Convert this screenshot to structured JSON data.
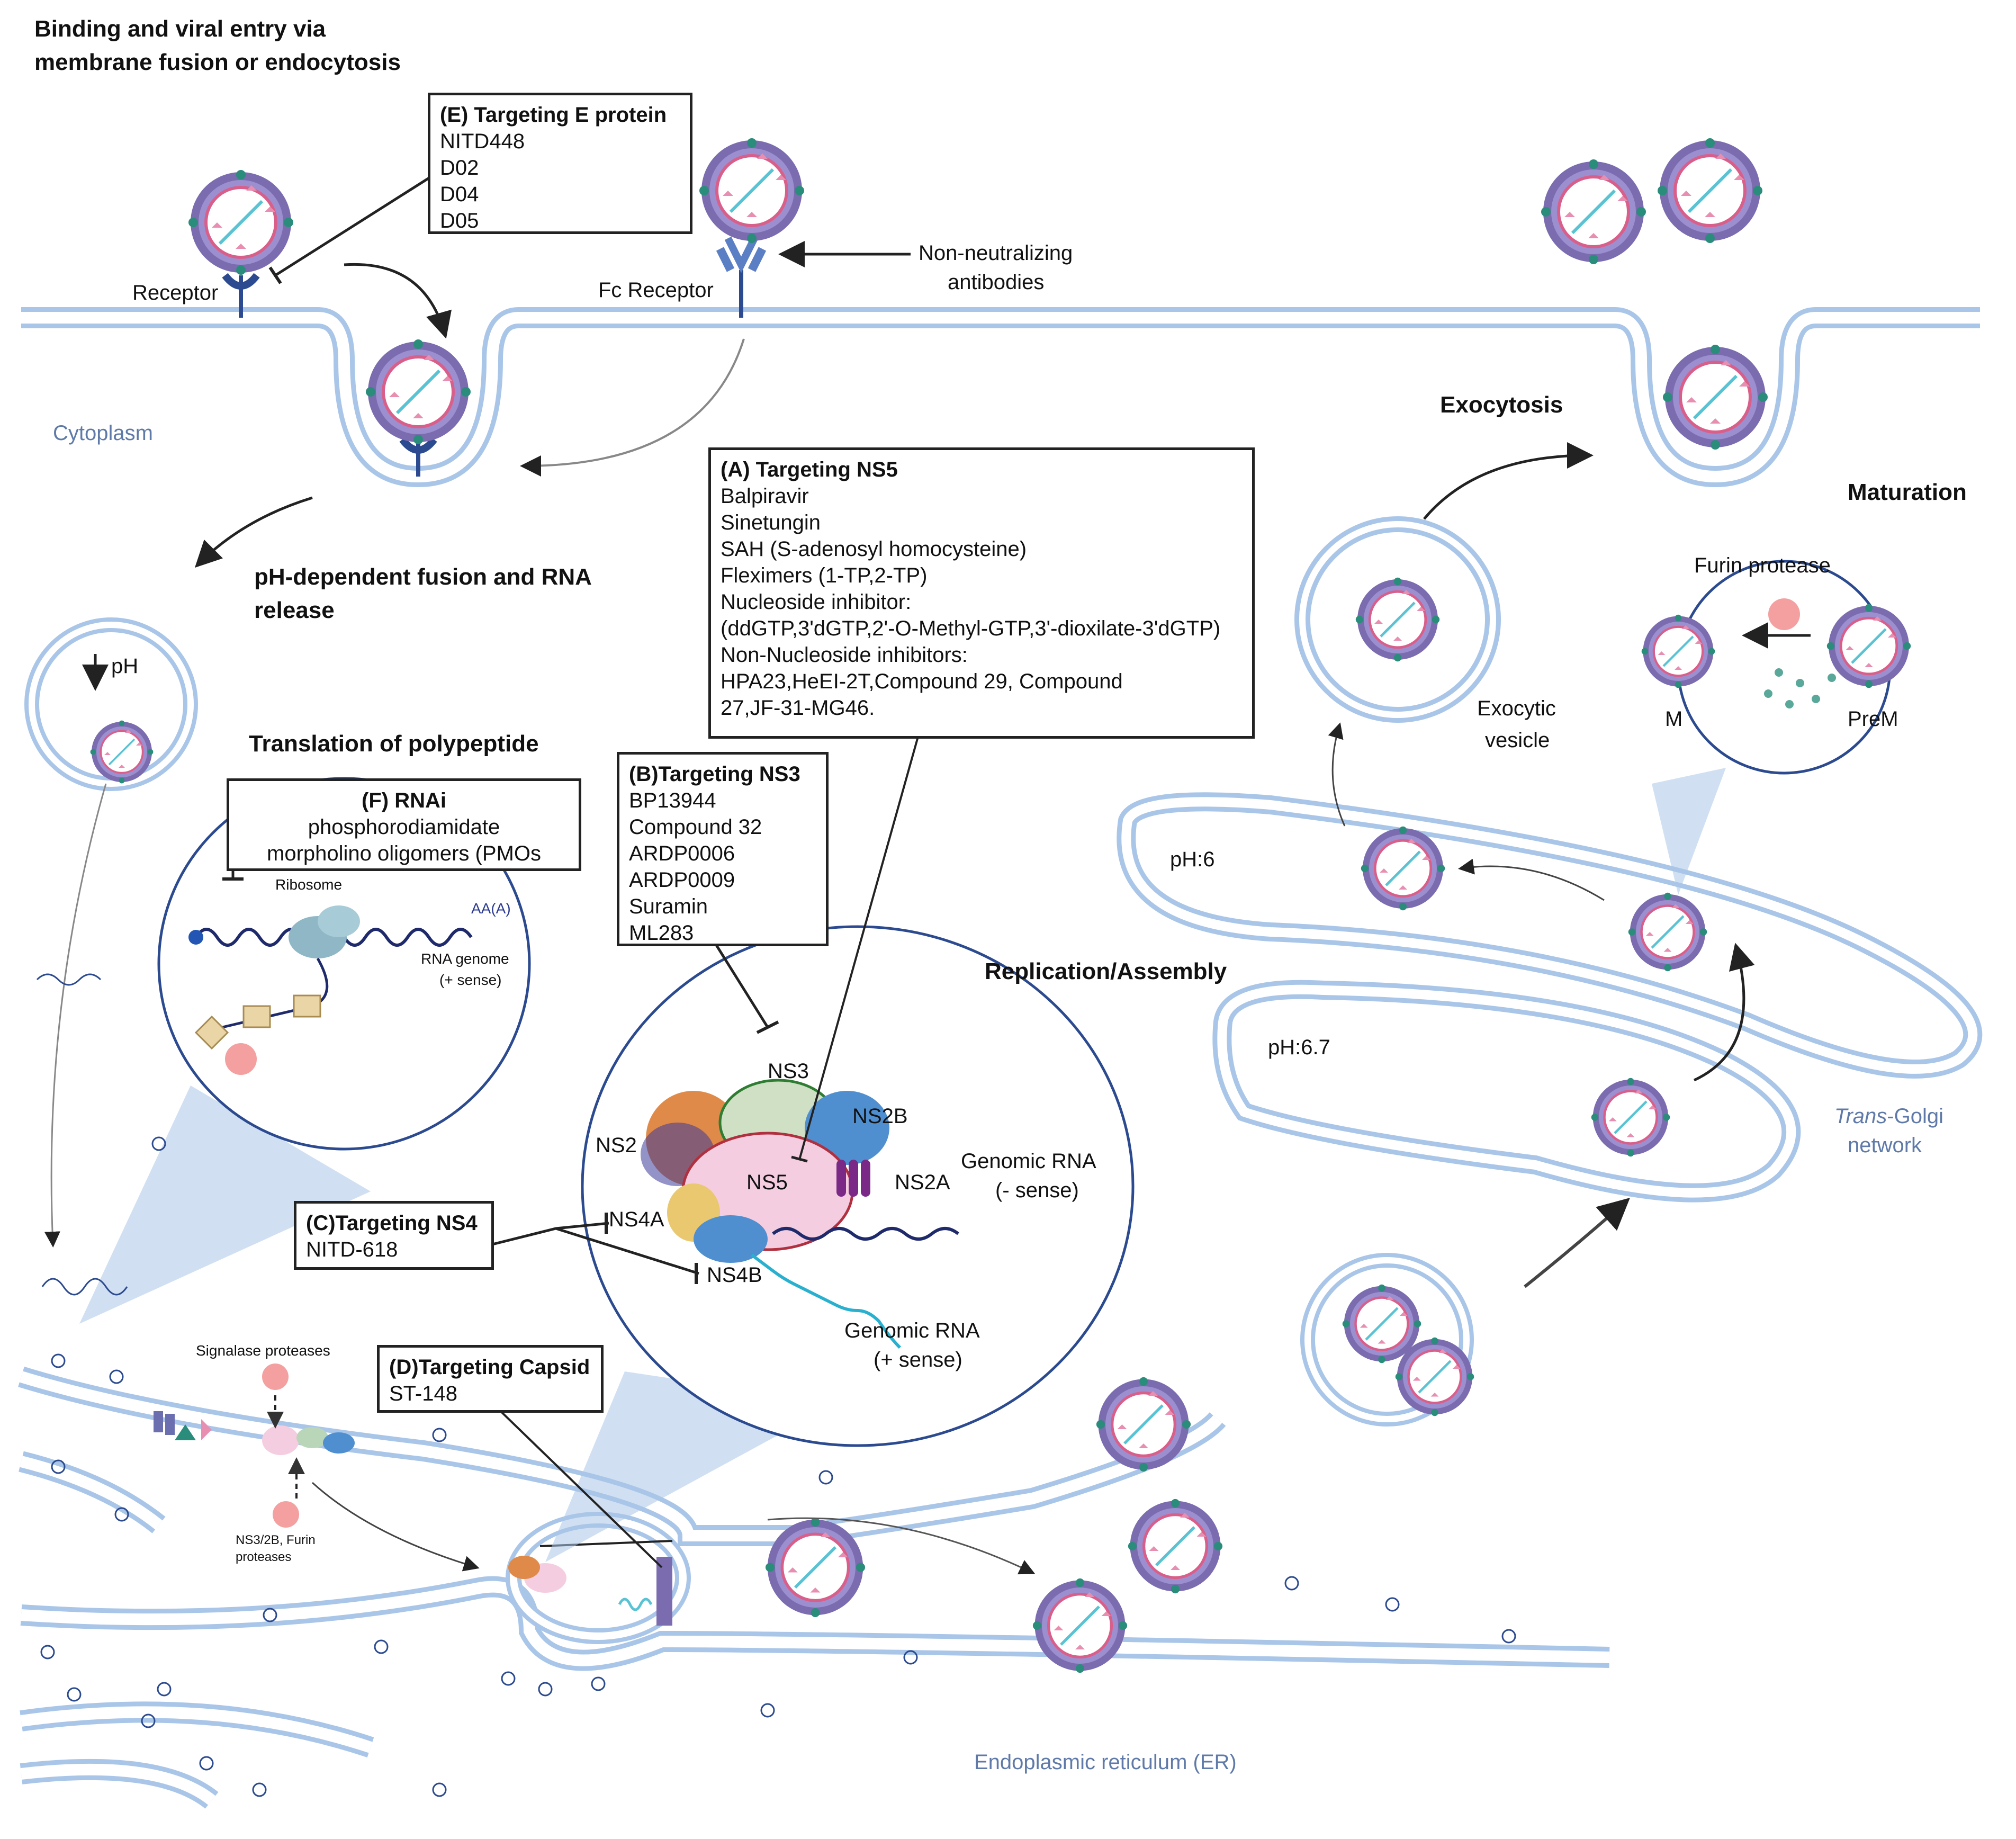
{
  "headings": {
    "binding": [
      "Binding and viral entry via",
      "membrane fusion or endocytosis"
    ],
    "ph_fusion": [
      "pH-dependent fusion and RNA",
      "release"
    ],
    "translation": "Translation of polypeptide",
    "replication": "Replication/Assembly",
    "exocytosis": "Exocytosis",
    "maturation": "Maturation"
  },
  "labels": {
    "receptor": "Receptor",
    "fc_receptor": "Fc Receptor",
    "non_neutralizing": [
      "Non-neutralizing",
      "antibodies"
    ],
    "cytoplasm": "Cytoplasm",
    "ph": "pH",
    "ribosome": "Ribosome",
    "aaa": "AA(A)",
    "rna_genome": [
      "RNA genome",
      "(+ sense)"
    ],
    "ns3": "NS3",
    "ns2b": "NS2B",
    "ns2": "NS2",
    "ns5": "NS5",
    "ns2a": "NS2A",
    "ns4a": "NS4A",
    "ns4b": "NS4B",
    "genomic_minus": [
      "Genomic  RNA",
      "(- sense)"
    ],
    "genomic_plus": [
      "Genomic  RNA",
      "(+ sense)"
    ],
    "signalase": "Signalase proteases",
    "ns3_furin": [
      "NS3/2B, Furin",
      "proteases"
    ],
    "er": "Endoplasmic reticulum (ER)",
    "ph6": "pH:6",
    "ph67": "pH:6.7",
    "trans_golgi_italic": "Trans",
    "trans_golgi_rest": "-Golgi",
    "network": "network",
    "exocytic": [
      "Exocytic",
      "vesicle"
    ],
    "furin": "Furin protease",
    "m": "M",
    "prem": "PreM"
  },
  "boxes": {
    "e": {
      "title": "(E) Targeting  E protein",
      "items": [
        "NITD448",
        "D02",
        "D04",
        "D05"
      ]
    },
    "a": {
      "title": "(A) Targeting NS5",
      "items": [
        "Balpiravir",
        "Sinetungin",
        "SAH (S-adenosyl homocysteine)",
        "Fleximers (1-TP,2-TP)",
        "Nucleoside inhibitor:",
        "(ddGTP,3'dGTP,2'-O-Methyl-GTP,3'-dioxilate-3'dGTP)",
        "Non-Nucleoside inhibitors:",
        "HPA23,HeEI-2T,Compound 29, Compound",
        "27,JF-31-MG46."
      ]
    },
    "b": {
      "title": "(B)Targeting NS3",
      "items": [
        "BP13944",
        "Compound 32",
        "ARDP0006",
        "ARDP0009",
        "Suramin",
        "ML283"
      ]
    },
    "c": {
      "title": "(C)Targeting NS4",
      "items": [
        "NITD-618"
      ]
    },
    "d": {
      "title": "(D)Targeting Capsid",
      "items": [
        "ST-148"
      ]
    },
    "f": {
      "title": "(F) RNAi",
      "items": [
        "phosphorodiamidate",
        "morpholino oligomers (PMOs"
      ]
    }
  }
}
